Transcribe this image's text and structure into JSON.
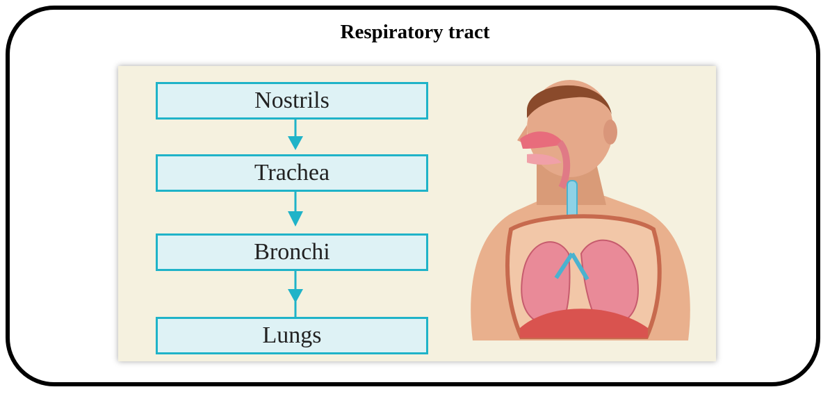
{
  "title": "Respiratory tract",
  "flow": {
    "steps": [
      "Nostrils",
      "Trachea",
      "Bronchi",
      "Lungs"
    ],
    "box_color": "#1fb3c8",
    "box_fill": "#def2f5"
  },
  "illustration": {
    "subject": "human torso showing respiratory system"
  }
}
